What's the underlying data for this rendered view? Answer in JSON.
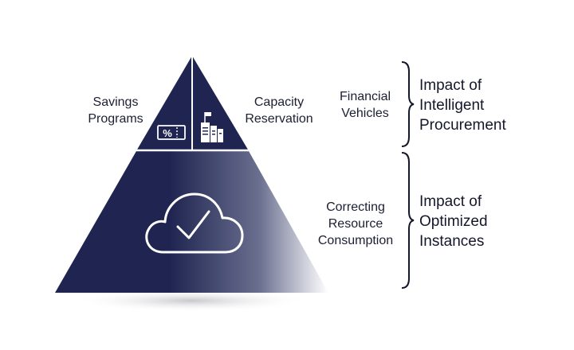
{
  "pyramid": {
    "top_left": {
      "lines": [
        "Savings",
        "Programs"
      ],
      "icon": "percent-coupon-icon"
    },
    "top_right": {
      "lines": [
        "Capacity",
        "Reservation"
      ],
      "icon": "server-rack-icon"
    },
    "bottom": {
      "icon": "cloud-check-icon"
    },
    "colors": {
      "navy": "#1f2550",
      "fade": "#ffffff",
      "line": "#ffffff"
    }
  },
  "annotations": {
    "upper": {
      "lines": [
        "Financial",
        "Vehicles"
      ]
    },
    "lower": {
      "lines": [
        "Correcting",
        "Resource",
        "Consumption"
      ]
    }
  },
  "impacts": {
    "upper": {
      "lines": [
        "Impact of",
        "Intelligent",
        "Procurement"
      ]
    },
    "lower": {
      "lines": [
        "Impact of",
        "Optimized",
        "Instances"
      ]
    }
  },
  "icon_text": {
    "percent": "%"
  }
}
